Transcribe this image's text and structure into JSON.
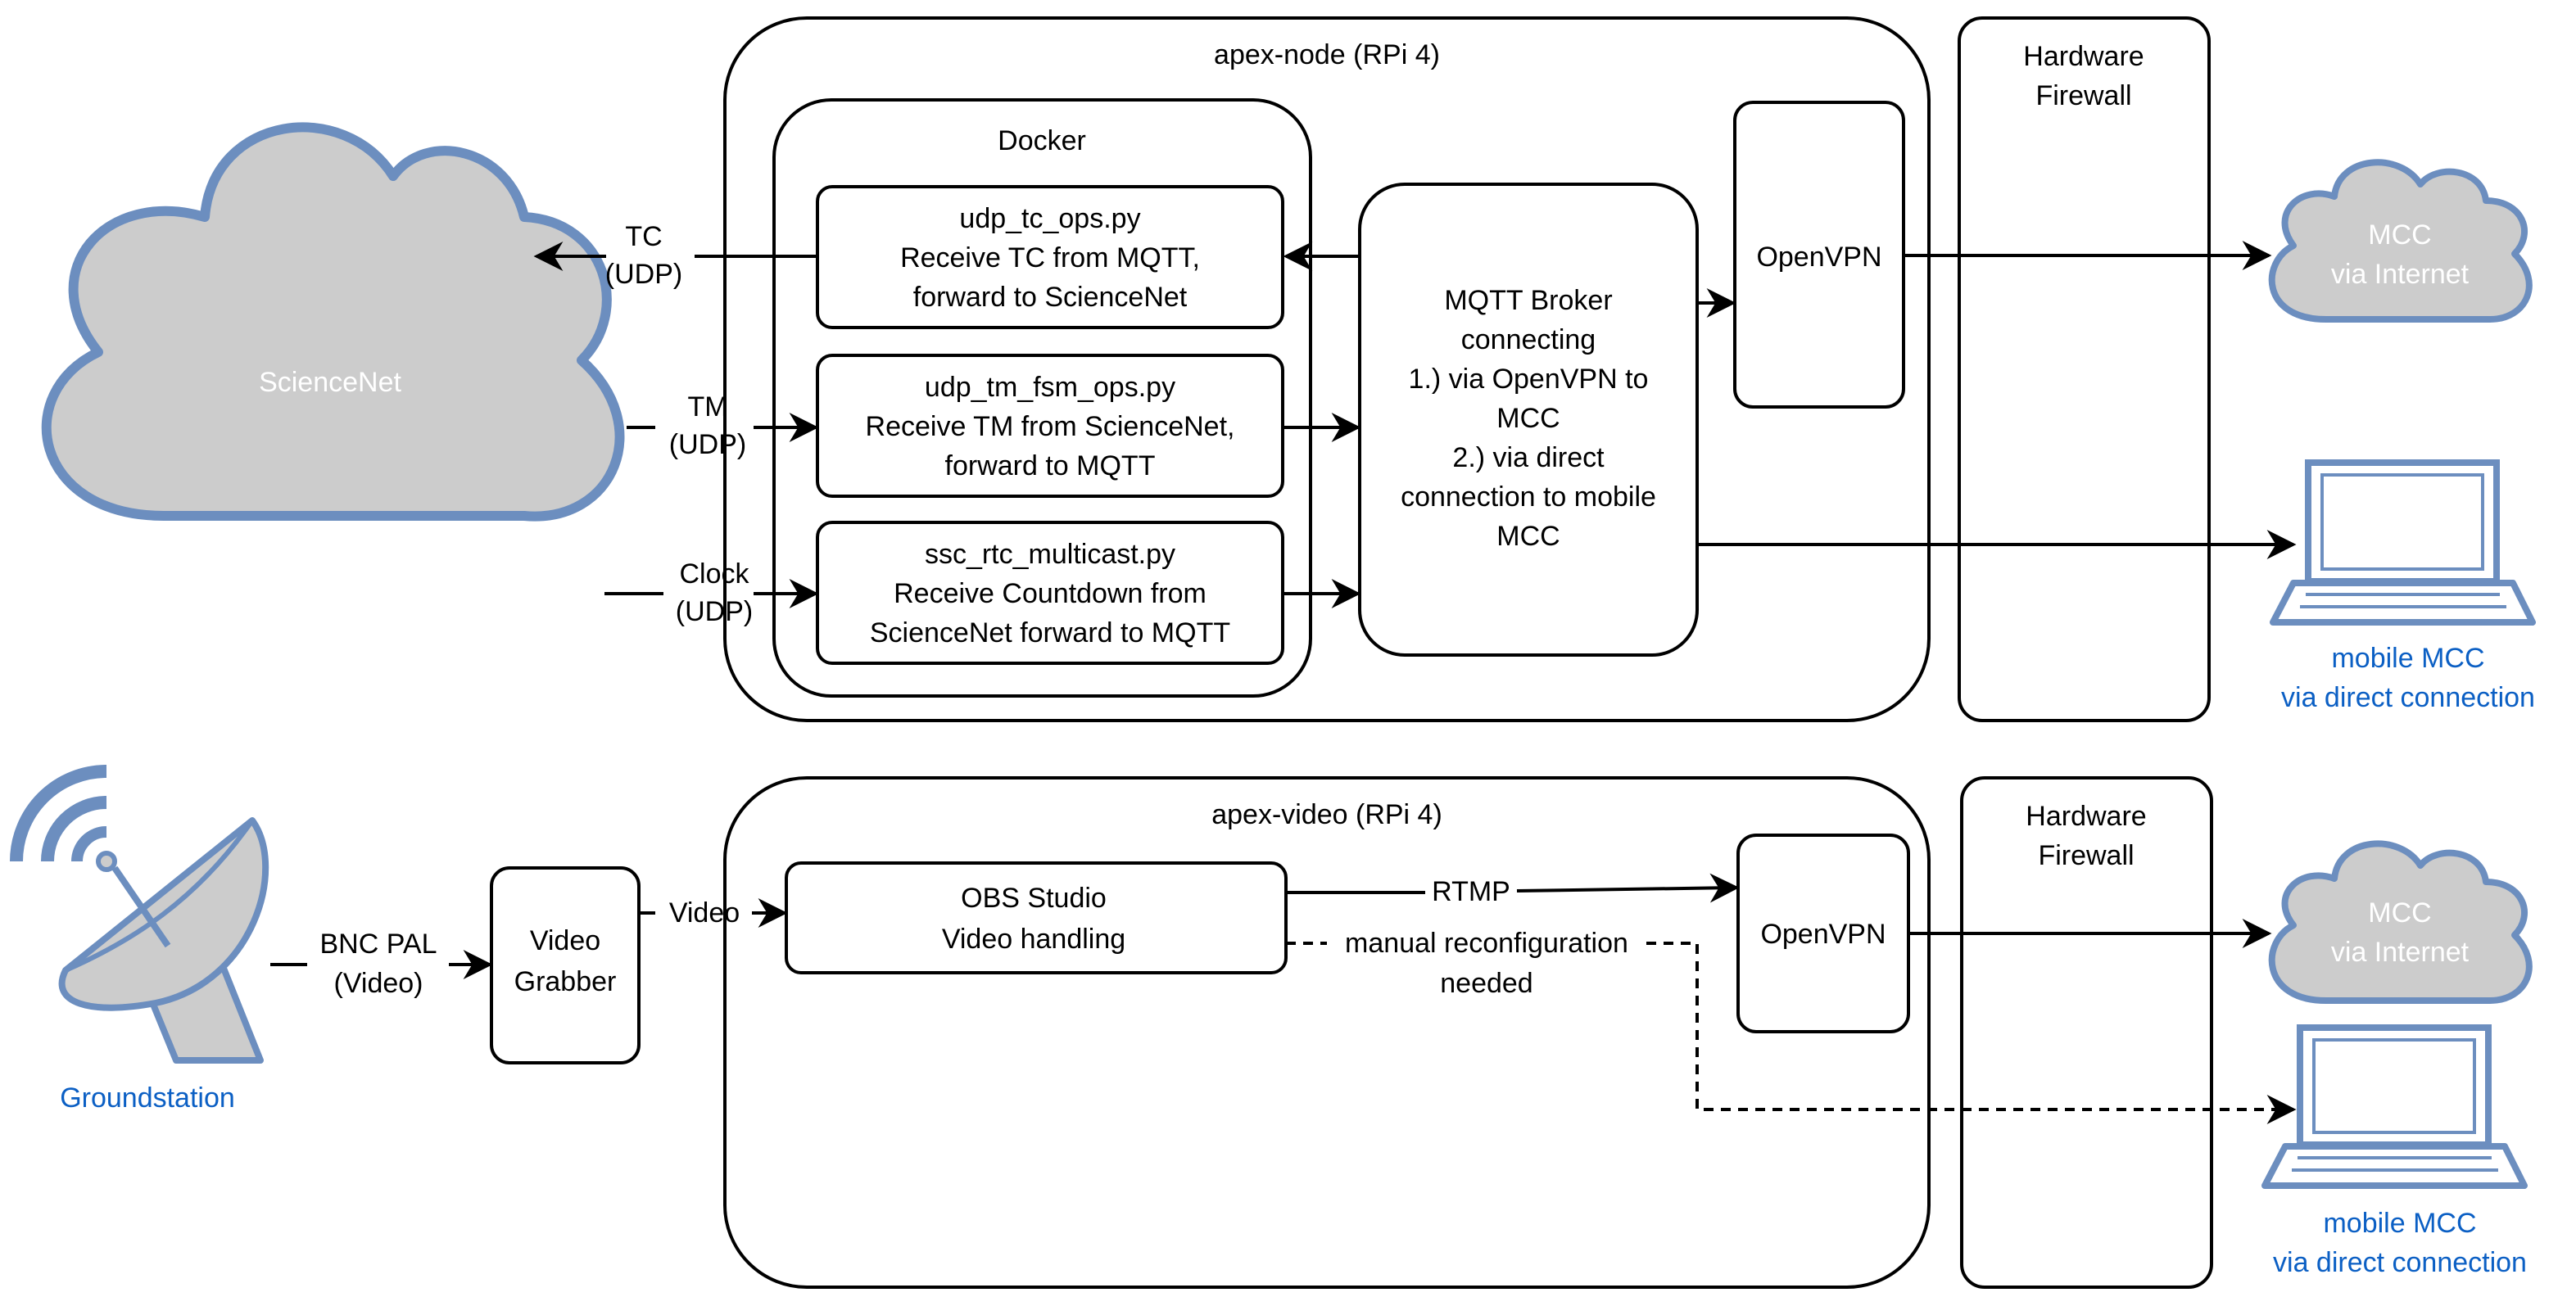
{
  "node": {
    "title": "apex-node (RPi 4)",
    "docker": "Docker",
    "tc_script": [
      "udp_tc_ops.py",
      "Receive TC from MQTT,",
      "forward to ScienceNet"
    ],
    "tm_script": [
      "udp_tm_fsm_ops.py",
      "Receive TM from ScienceNet,",
      "forward to MQTT"
    ],
    "clock_script": [
      "ssc_rtc_multicast.py",
      "Receive Countdown from",
      "ScienceNet forward to MQTT"
    ],
    "broker": [
      "MQTT Broker",
      "connecting",
      "1.) via OpenVPN to",
      "MCC",
      "2.) via direct",
      "connection to mobile",
      "MCC"
    ],
    "openvpn": "OpenVPN",
    "firewall": [
      "Hardware",
      "Firewall"
    ]
  },
  "sciencenet": {
    "label": "ScienceNet",
    "tc": [
      "TC",
      "(UDP)"
    ],
    "tm": [
      "TM",
      "(UDP)"
    ],
    "clock": [
      "Clock",
      "(UDP)"
    ]
  },
  "mcc": {
    "internet": [
      "MCC",
      "via Internet"
    ],
    "mobile": [
      "mobile MCC",
      "via direct connection"
    ]
  },
  "video": {
    "title": "apex-video (RPi 4)",
    "obs": [
      "OBS Studio",
      "Video handling"
    ],
    "openvpn": "OpenVPN",
    "firewall": [
      "Hardware",
      "Firewall"
    ],
    "grabber": [
      "Video",
      "Grabber"
    ],
    "bnc": [
      "BNC PAL",
      "(Video)"
    ],
    "video_edge": "Video",
    "rtmp": "RTMP",
    "manual": [
      "manual reconfiguration",
      "needed"
    ],
    "groundstation": "Groundstation"
  },
  "colors": {
    "cloud_fill": "#cccccc",
    "cloud_stroke": "#6c8ebf",
    "accent_text": "#0b5fc4"
  }
}
